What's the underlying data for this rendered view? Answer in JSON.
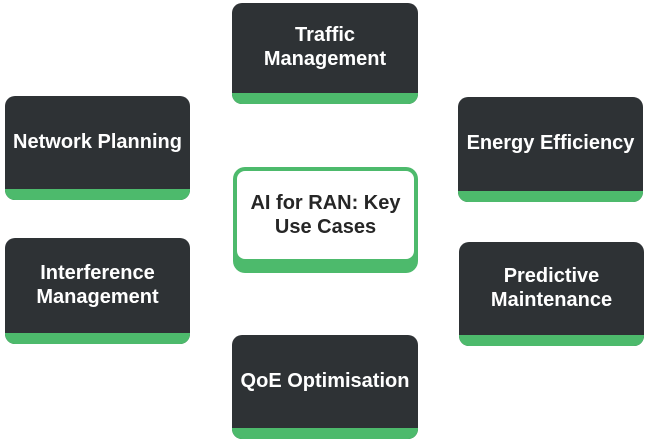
{
  "diagram": {
    "center": {
      "label": "AI for RAN: Key\nUse Cases"
    },
    "nodes": [
      {
        "id": "traffic-management",
        "label": "Traffic\nManagement"
      },
      {
        "id": "network-planning",
        "label": "Network Planning"
      },
      {
        "id": "energy-efficiency",
        "label": "Energy Efficiency"
      },
      {
        "id": "interference-management",
        "label": "Interference\nManagement"
      },
      {
        "id": "predictive-maintenance",
        "label": "Predictive\nMaintenance"
      },
      {
        "id": "qoe-optimisation",
        "label": "QoE Optimisation"
      }
    ],
    "colors": {
      "node_background": "#2e3235",
      "accent_green": "#4dba6c",
      "node_text": "#ffffff",
      "center_text": "#262626",
      "page_background": "#ffffff"
    }
  }
}
